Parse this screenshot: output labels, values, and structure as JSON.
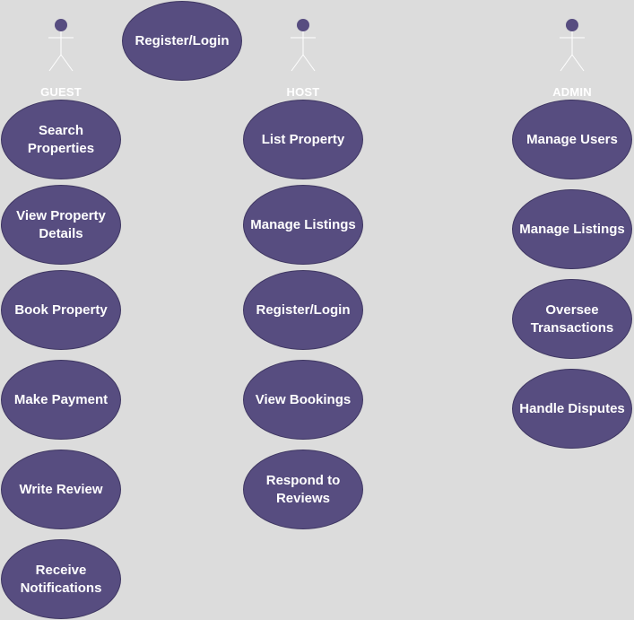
{
  "actors": {
    "guest": {
      "label": "GUEST"
    },
    "host": {
      "label": "HOST"
    },
    "admin": {
      "label": "ADMIN"
    }
  },
  "shared": {
    "register_login": "Register/Login"
  },
  "guest_cases": [
    "Search Properties",
    "View Property Details",
    "Book Property",
    "Make Payment",
    "Write Review",
    "Receive Notifications"
  ],
  "host_cases": [
    "List Property",
    "Manage Listings",
    "Register/Login",
    "View Bookings",
    "Respond to Reviews"
  ],
  "admin_cases": [
    "Manage Users",
    "Manage Listings",
    "Oversee Transactions",
    "Handle Disputes"
  ],
  "colors": {
    "background": "#dcdcdc",
    "use_case_fill": "#574d80",
    "actor_stroke": "#ffffff",
    "actor_head": "#574d80",
    "text": "#ffffff"
  }
}
